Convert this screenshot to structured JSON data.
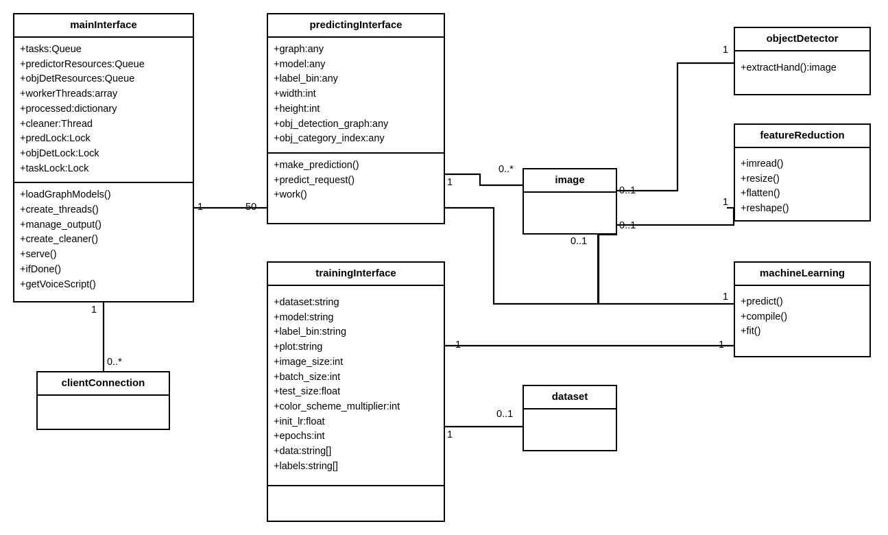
{
  "diagram": {
    "type": "uml-class-diagram",
    "title": "",
    "background_color": "#ffffff",
    "line_color": "#000000",
    "text_color": "#000000"
  },
  "classes": [
    {
      "id": "mainInterface",
      "name": "mainInterface",
      "attributes": [
        "+tasks:Queue",
        "+predictorResources:Queue",
        "+objDetResources:Queue",
        "+workerThreads:array",
        "+processed:dictionary",
        "+cleaner:Thread",
        "+predLock:Lock",
        "+objDetLock:Lock",
        "+taskLock:Lock"
      ],
      "methods": [
        "+loadGraphModels()",
        "+create_threads()",
        "+manage_output()",
        "+create_cleaner()",
        "+serve()",
        "+ifDone()",
        "+getVoiceScript()"
      ]
    },
    {
      "id": "predictingInterface",
      "name": "predictingInterface",
      "attributes": [
        "+graph:any",
        "+model:any",
        "+label_bin:any",
        "+width:int",
        "+height:int",
        "+obj_detection_graph:any",
        "+obj_category_index:any"
      ],
      "methods": [
        "+make_prediction()",
        "+predict_request()",
        "+work()"
      ]
    },
    {
      "id": "trainingInterface",
      "name": "trainingInterface",
      "attributes": [
        "+dataset:string",
        "+model:string",
        "+label_bin:string",
        "+plot:string",
        "+image_size:int",
        "+batch_size:int",
        "+test_size:float",
        "+color_scheme_multiplier:int",
        "+init_lr:float",
        "+epochs:int",
        "+data:string[]",
        "+labels:string[]"
      ],
      "methods": []
    },
    {
      "id": "clientConnection",
      "name": "clientConnection",
      "attributes": [],
      "methods": null
    },
    {
      "id": "image",
      "name": "image",
      "attributes": [],
      "methods": null
    },
    {
      "id": "dataset",
      "name": "dataset",
      "attributes": [],
      "methods": null
    },
    {
      "id": "objectDetector",
      "name": "objectDetector",
      "attributes": [],
      "methods": [
        "+extractHand():image"
      ]
    },
    {
      "id": "featureReduction",
      "name": "featureReduction",
      "attributes": [],
      "methods": [
        "+imread()",
        "+resize()",
        "+flatten()",
        "+reshape()"
      ]
    },
    {
      "id": "machineLearning",
      "name": "machineLearning",
      "attributes": [],
      "methods": [
        "+predict()",
        "+compile()",
        "+fit()"
      ]
    }
  ],
  "associations": [
    {
      "id": "main-pred",
      "from": "mainInterface",
      "to": "predictingInterface",
      "from_mult": "1",
      "to_mult": "50"
    },
    {
      "id": "main-client",
      "from": "mainInterface",
      "to": "clientConnection",
      "from_mult": "1",
      "to_mult": "0..*"
    },
    {
      "id": "pred-image-a",
      "from": "predictingInterface",
      "to": "image",
      "from_mult": "1",
      "to_mult": "0..*"
    },
    {
      "id": "pred-image-b",
      "from": "predictingInterface",
      "to": "image",
      "from_mult": "",
      "to_mult": "0..1"
    },
    {
      "id": "image-objdet",
      "from": "image",
      "to": "objectDetector",
      "from_mult": "0..1",
      "to_mult": "1"
    },
    {
      "id": "image-featred",
      "from": "image",
      "to": "featureReduction",
      "from_mult": "0..1",
      "to_mult": "1"
    },
    {
      "id": "image-ml",
      "from": "image",
      "to": "machineLearning",
      "from_mult": "0..1",
      "to_mult": "1"
    },
    {
      "id": "train-ml",
      "from": "trainingInterface",
      "to": "machineLearning",
      "from_mult": "1",
      "to_mult": "1"
    },
    {
      "id": "train-dataset",
      "from": "trainingInterface",
      "to": "dataset",
      "from_mult": "1",
      "to_mult": "0..1"
    }
  ],
  "multiplicity_labels": [
    {
      "id": "m-main-right",
      "text": "1"
    },
    {
      "id": "m-pred-left",
      "text": "50"
    },
    {
      "id": "m-main-bottom",
      "text": "1"
    },
    {
      "id": "m-client-top",
      "text": "0..*"
    },
    {
      "id": "m-pred-right-1",
      "text": "1"
    },
    {
      "id": "m-image-left",
      "text": "0..*"
    },
    {
      "id": "m-image-right-top",
      "text": "0..1"
    },
    {
      "id": "m-image-right-bot",
      "text": "0..1"
    },
    {
      "id": "m-image-bottom",
      "text": "0..1"
    },
    {
      "id": "m-objdet-left",
      "text": "1"
    },
    {
      "id": "m-featred-left",
      "text": "1"
    },
    {
      "id": "m-ml-left-top",
      "text": "1"
    },
    {
      "id": "m-ml-left-bot",
      "text": "1"
    },
    {
      "id": "m-train-right-ml",
      "text": "1"
    },
    {
      "id": "m-train-right-ds",
      "text": "1"
    },
    {
      "id": "m-dataset-left",
      "text": "0..1"
    }
  ]
}
